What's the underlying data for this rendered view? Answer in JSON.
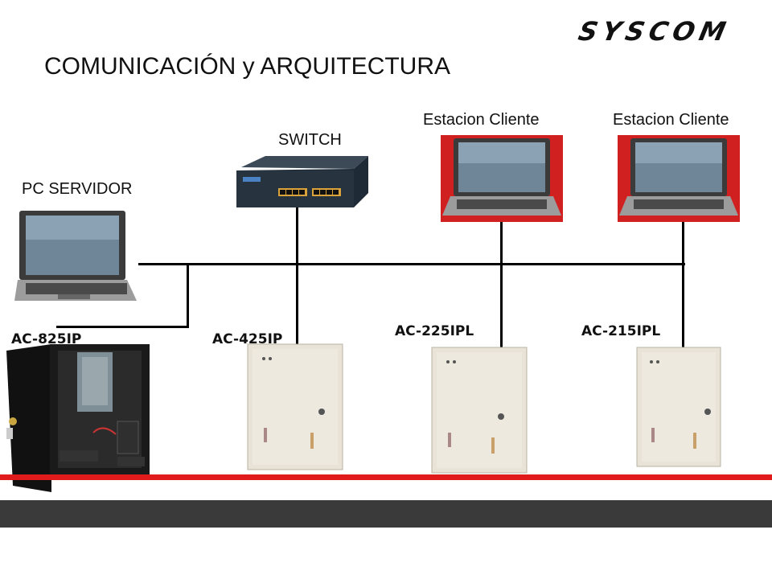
{
  "brand": {
    "logo_text": "SYSCOM"
  },
  "slide": {
    "title": "COMUNICACIÓN y ARQUITECTURA"
  },
  "nodes": {
    "switch": {
      "label": "SWITCH"
    },
    "server": {
      "label": "PC SERVIDOR"
    },
    "client1": {
      "label": "Estacion Cliente"
    },
    "client2": {
      "label": "Estacion Cliente"
    },
    "ac825": {
      "label": "AC-825IP"
    },
    "ac425": {
      "label": "AC-425IP"
    },
    "ac225": {
      "label": "AC-225IPL"
    },
    "ac215": {
      "label": "AC-215IPL"
    }
  },
  "colors": {
    "accent_red": "#e01b1b",
    "footer_bar": "#3a3a3a",
    "line": "#000000"
  }
}
